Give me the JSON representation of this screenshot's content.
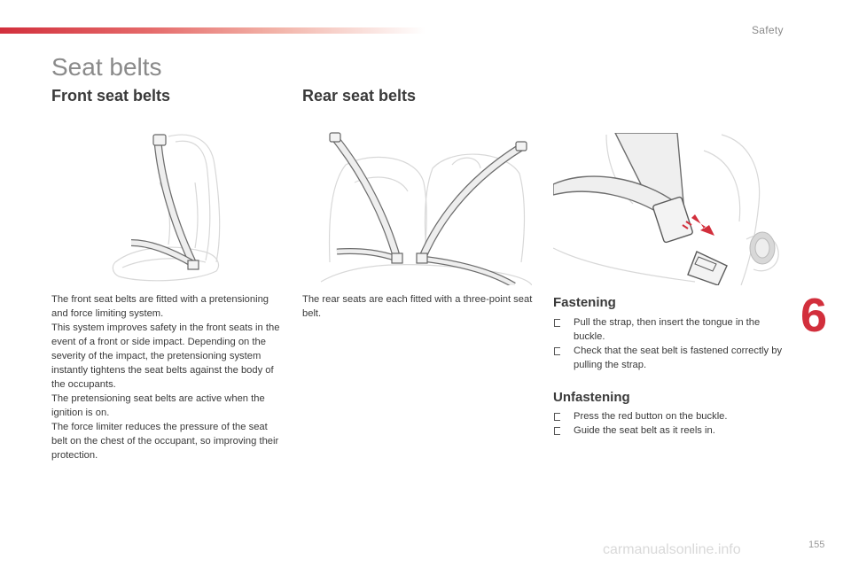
{
  "header": {
    "section_label": "Safety",
    "page_title": "Seat belts"
  },
  "front": {
    "heading": "Front seat belts",
    "paragraphs": [
      "The front seat belts are fitted with a pretensioning and force limiting system.",
      "This system improves safety in the front seats in the event of a front or side impact. Depending on the severity of the impact, the pretensioning system instantly tightens the seat belts against the body of the occupants.",
      "The pretensioning seat belts are active when the ignition is on.",
      "The force limiter reduces the pressure of the seat belt on the chest of the occupant, so improving their protection."
    ]
  },
  "rear": {
    "heading": "Rear seat belts",
    "paragraph": "The rear seats are each fitted with a three-point seat belt."
  },
  "fastening": {
    "heading": "Fastening",
    "items": [
      "Pull the strap, then insert the tongue in the buckle.",
      "Check that the seat belt is fastened correctly by pulling the strap."
    ]
  },
  "unfastening": {
    "heading": "Unfastening",
    "items": [
      "Press the red button on the buckle.",
      "Guide the seat belt as it reels in."
    ]
  },
  "footer": {
    "chapter_number": "6",
    "page_number": "155",
    "watermark": "carmanualsonline.info"
  },
  "colors": {
    "accent": "#d22f3c",
    "text": "#3a3a3a",
    "muted": "#8a8a8a"
  }
}
